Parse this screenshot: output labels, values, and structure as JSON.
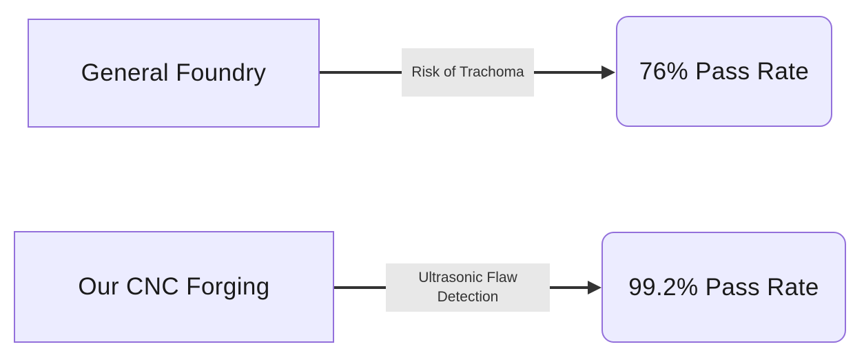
{
  "diagram": {
    "type": "flowchart",
    "direction": "left-to-right",
    "colors": {
      "canvas_bg": "#ffffff",
      "node_fill": "#ECECFF",
      "node_border": "#9370DB",
      "edge_line": "#333333",
      "edge_label_bg": "#e8e8e8",
      "text_color": "#1a1a1a",
      "edge_text_color": "#333333"
    },
    "rows": [
      {
        "source": {
          "label": "General Foundry",
          "shape": "rectangle"
        },
        "edge": {
          "label": "Risk of Trachoma"
        },
        "target": {
          "label": "76% Pass Rate",
          "shape": "rounded-rectangle"
        }
      },
      {
        "source": {
          "label": "Our CNC Forging",
          "shape": "rectangle"
        },
        "edge": {
          "label": "Ultrasonic Flaw\nDetection"
        },
        "target": {
          "label": "99.2% Pass Rate",
          "shape": "rounded-rectangle"
        }
      }
    ]
  }
}
